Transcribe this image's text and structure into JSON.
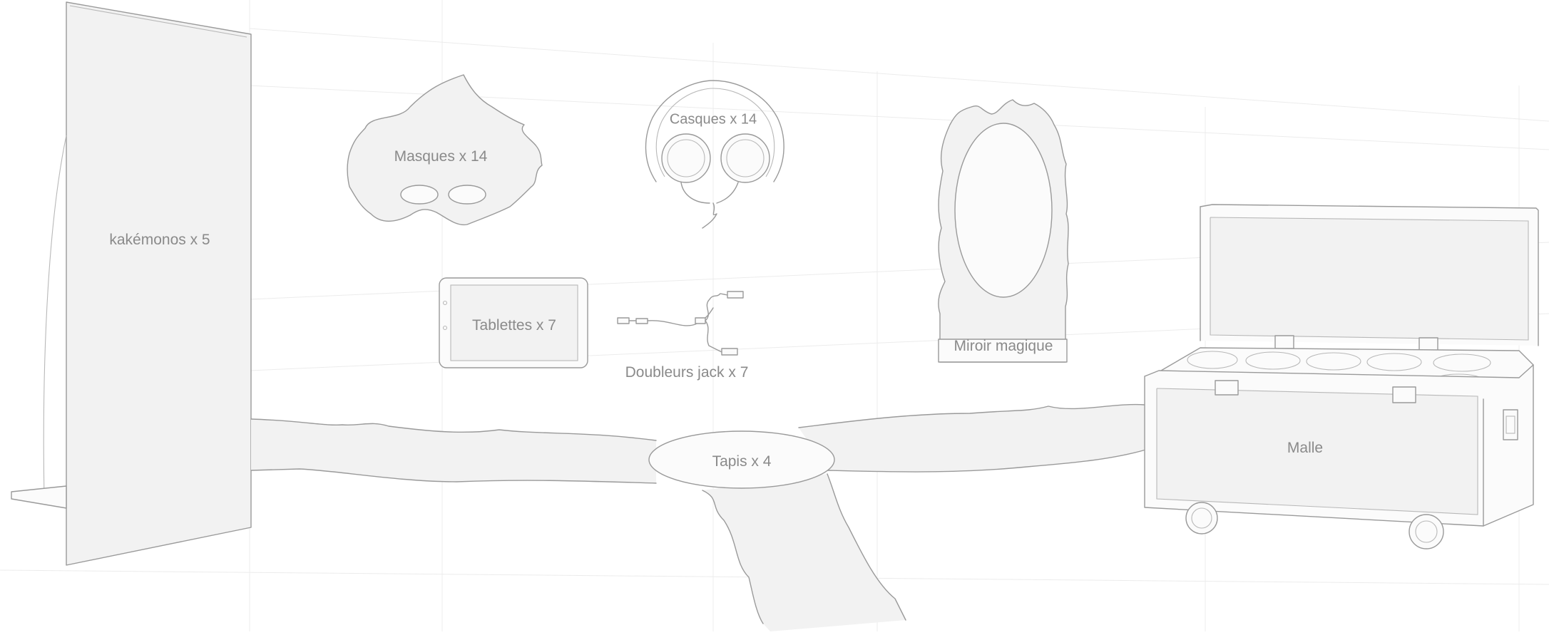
{
  "items": {
    "kakemonos": "kakémonos x 5",
    "masques": "Masques x 14",
    "casques": "Casques x 14",
    "miroir": "Miroir magique",
    "tablettes": "Tablettes x 7",
    "doubleurs": "Doubleurs jack x 7",
    "tapis": "Tapis x 4",
    "malle": "Malle"
  },
  "colors": {
    "background": "#ffffff",
    "line": "#9a9a9a",
    "label": "#8a8a8a"
  }
}
